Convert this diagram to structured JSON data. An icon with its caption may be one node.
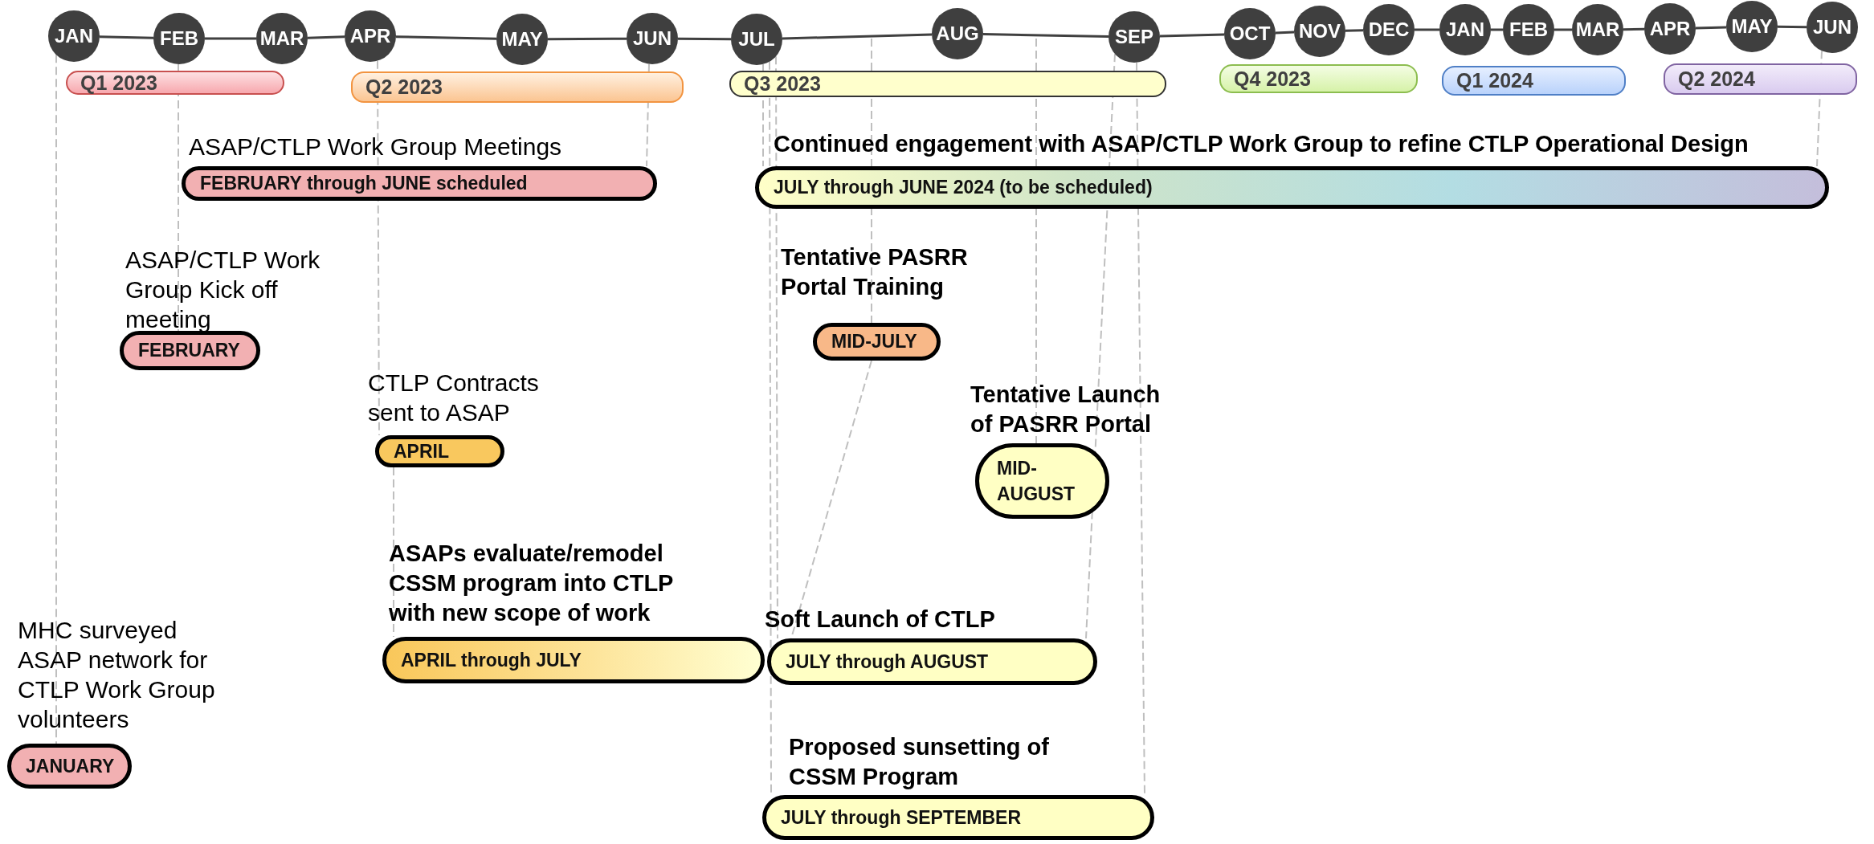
{
  "diagram": {
    "nodes": [
      {
        "text": [
          "JAN"
        ]
      },
      {
        "text": [
          "FEB"
        ]
      },
      {
        "text": [
          "MAR"
        ]
      },
      {
        "text": [
          "APR"
        ]
      },
      {
        "text": [
          "MAY"
        ]
      },
      {
        "text": [
          "JUN"
        ]
      },
      {
        "text": [
          "JUL"
        ]
      },
      {
        "text": [
          "AUG"
        ]
      },
      {
        "text": [
          "SEP"
        ]
      },
      {
        "text": [
          "OCT"
        ]
      },
      {
        "text": [
          "NOV"
        ]
      },
      {
        "text": [
          "DEC"
        ]
      },
      {
        "text": [
          "JAN"
        ]
      },
      {
        "text": [
          "FEB"
        ]
      },
      {
        "text": [
          "MAR"
        ]
      },
      {
        "text": [
          "APR"
        ]
      },
      {
        "text": [
          "MAY"
        ]
      },
      {
        "text": [
          "JUN"
        ]
      },
      {
        "text": [
          "Q1 2023"
        ]
      },
      {
        "text": [
          "Q2 2023"
        ]
      },
      {
        "text": [
          "Q3 2023"
        ]
      },
      {
        "text": [
          "Q4 2023"
        ]
      },
      {
        "text": [
          "Q1 2024"
        ]
      },
      {
        "text": [
          "Q2 2024"
        ]
      },
      {
        "text": [
          "ASAP/CTLP Work Group Meetings",
          "FEBRUARY through JUNE scheduled"
        ]
      },
      {
        "text": [
          "Continued engagement with ASAP/CTLP Work Group to refine CTLP Operational Design",
          "JULY through JUNE 2024 (to be scheduled)"
        ]
      },
      {
        "text": [
          "ASAP/CTLP Work Group Kick off meeting",
          "FEBRUARY"
        ]
      },
      {
        "text": [
          "Tentative PASRR Portal Training",
          "MID-JULY"
        ]
      },
      {
        "text": [
          "CTLP Contracts sent to ASAP",
          "APRIL"
        ]
      },
      {
        "text": [
          "Tentative Launch of PASRR Portal",
          "MID-AUGUST"
        ]
      },
      {
        "text": [
          "ASAPs evaluate/remodel CSSM program into CTLP with new scope of work",
          "APRIL through JULY"
        ]
      },
      {
        "text": [
          "Soft Launch of CTLP",
          "JULY through AUGUST"
        ]
      },
      {
        "text": [
          "MHC surveyed ASAP network for CTLP Work Group volunteers",
          "JANUARY"
        ]
      },
      {
        "text": [
          "Proposed sunsetting of CSSM Program",
          "JULY through SEPTEMBER"
        ]
      }
    ],
    "edges": [
      {
        "from": 0,
        "to": 1,
        "arrow": "none"
      },
      {
        "from": 1,
        "to": 2,
        "arrow": "none"
      },
      {
        "from": 2,
        "to": 3,
        "arrow": "none"
      },
      {
        "from": 3,
        "to": 4,
        "arrow": "none"
      },
      {
        "from": 4,
        "to": 5,
        "arrow": "none"
      },
      {
        "from": 5,
        "to": 6,
        "arrow": "none"
      },
      {
        "from": 6,
        "to": 7,
        "arrow": "none"
      },
      {
        "from": 7,
        "to": 8,
        "arrow": "none"
      },
      {
        "from": 8,
        "to": 9,
        "arrow": "none"
      },
      {
        "from": 9,
        "to": 10,
        "arrow": "none"
      },
      {
        "from": 10,
        "to": 11,
        "arrow": "none"
      },
      {
        "from": 11,
        "to": 12,
        "arrow": "none"
      },
      {
        "from": 12,
        "to": 13,
        "arrow": "none"
      },
      {
        "from": 13,
        "to": 14,
        "arrow": "none"
      },
      {
        "from": 14,
        "to": 15,
        "arrow": "none"
      },
      {
        "from": 15,
        "to": 16,
        "arrow": "none"
      },
      {
        "from": 16,
        "to": 17,
        "arrow": "none"
      },
      {
        "from": 0,
        "to": 32,
        "arrow": "none",
        "style": "dashed",
        "color": "#bfbfbf"
      },
      {
        "from": 1,
        "to": 26,
        "arrow": "none",
        "style": "dashed",
        "color": "#bfbfbf"
      },
      {
        "from": 5,
        "to": 24,
        "arrow": "none",
        "style": "dashed",
        "color": "#bfbfbf"
      },
      {
        "from": 3,
        "to": 28,
        "arrow": "none",
        "style": "dashed",
        "color": "#bfbfbf"
      },
      {
        "from": 28,
        "to": 30,
        "arrow": "none",
        "style": "dashed",
        "color": "#bfbfbf"
      },
      {
        "from": 6,
        "to": 25,
        "arrow": "none",
        "style": "dashed",
        "color": "#bfbfbf"
      },
      {
        "from": 6,
        "to": 31,
        "arrow": "none",
        "style": "dashed",
        "color": "#bfbfbf"
      },
      {
        "from": 6,
        "to": 33,
        "arrow": "none",
        "style": "dashed",
        "color": "#bfbfbf"
      },
      {
        "from": null,
        "to": 27,
        "arrow": "none",
        "style": "dashed",
        "color": "#bfbfbf"
      },
      {
        "from": 27,
        "to": 31,
        "arrow": "none",
        "style": "dashed",
        "color": "#bfbfbf"
      },
      {
        "from": null,
        "to": 29,
        "arrow": "none",
        "style": "dashed",
        "color": "#bfbfbf"
      },
      {
        "from": 8,
        "to": 31,
        "arrow": "none",
        "style": "dashed",
        "color": "#bfbfbf"
      },
      {
        "from": 8,
        "to": 33,
        "arrow": "none",
        "style": "dashed",
        "color": "#bfbfbf"
      },
      {
        "from": 17,
        "to": 25,
        "arrow": "none",
        "style": "dashed",
        "color": "#bfbfbf"
      }
    ]
  }
}
